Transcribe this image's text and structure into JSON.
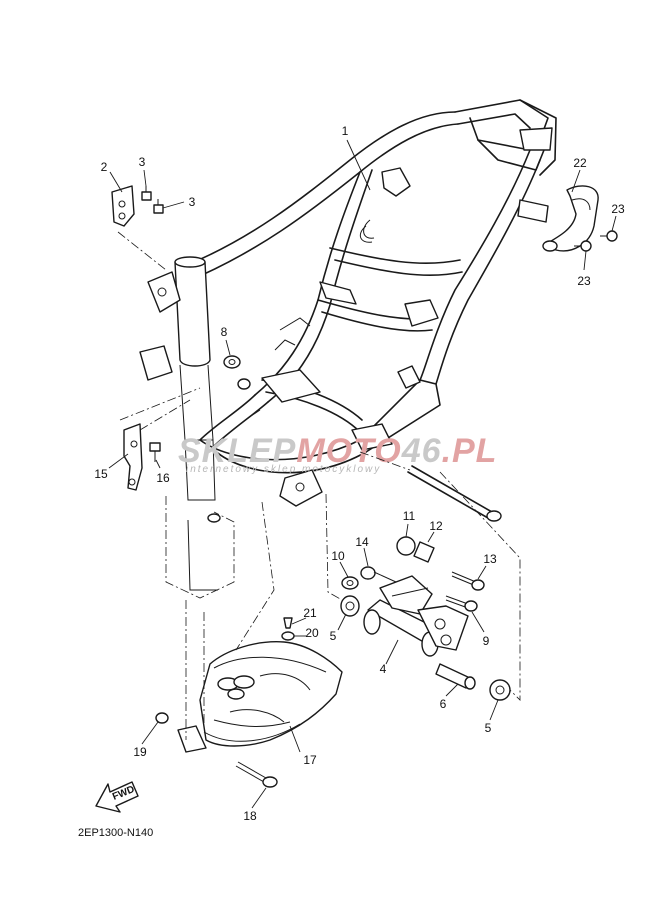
{
  "diagram": {
    "code": "2EP1300-N140",
    "fwd_label": "FWD",
    "watermark": {
      "part1": "SKLEP",
      "part2": "MOTO",
      "part3": "46",
      "part4": ".PL",
      "tagline": "internetowy sklep motocyklowy",
      "colors": {
        "grey": "#c9c9c9",
        "red": "#e2a3a3"
      }
    },
    "callouts": [
      {
        "id": "c1",
        "label": "1"
      },
      {
        "id": "c2",
        "label": "2"
      },
      {
        "id": "c3a",
        "label": "3"
      },
      {
        "id": "c3b",
        "label": "3"
      },
      {
        "id": "c4",
        "label": "4"
      },
      {
        "id": "c5a",
        "label": "5"
      },
      {
        "id": "c5b",
        "label": "5"
      },
      {
        "id": "c6",
        "label": "6"
      },
      {
        "id": "c8",
        "label": "8"
      },
      {
        "id": "c9",
        "label": "9"
      },
      {
        "id": "c10",
        "label": "10"
      },
      {
        "id": "c11",
        "label": "11"
      },
      {
        "id": "c12",
        "label": "12"
      },
      {
        "id": "c13",
        "label": "13"
      },
      {
        "id": "c14",
        "label": "14"
      },
      {
        "id": "c15",
        "label": "15"
      },
      {
        "id": "c16",
        "label": "16"
      },
      {
        "id": "c17",
        "label": "17"
      },
      {
        "id": "c18",
        "label": "18"
      },
      {
        "id": "c19",
        "label": "19"
      },
      {
        "id": "c20",
        "label": "20"
      },
      {
        "id": "c21",
        "label": "21"
      },
      {
        "id": "c22",
        "label": "22"
      },
      {
        "id": "c23a",
        "label": "23"
      },
      {
        "id": "c23b",
        "label": "23"
      }
    ]
  }
}
